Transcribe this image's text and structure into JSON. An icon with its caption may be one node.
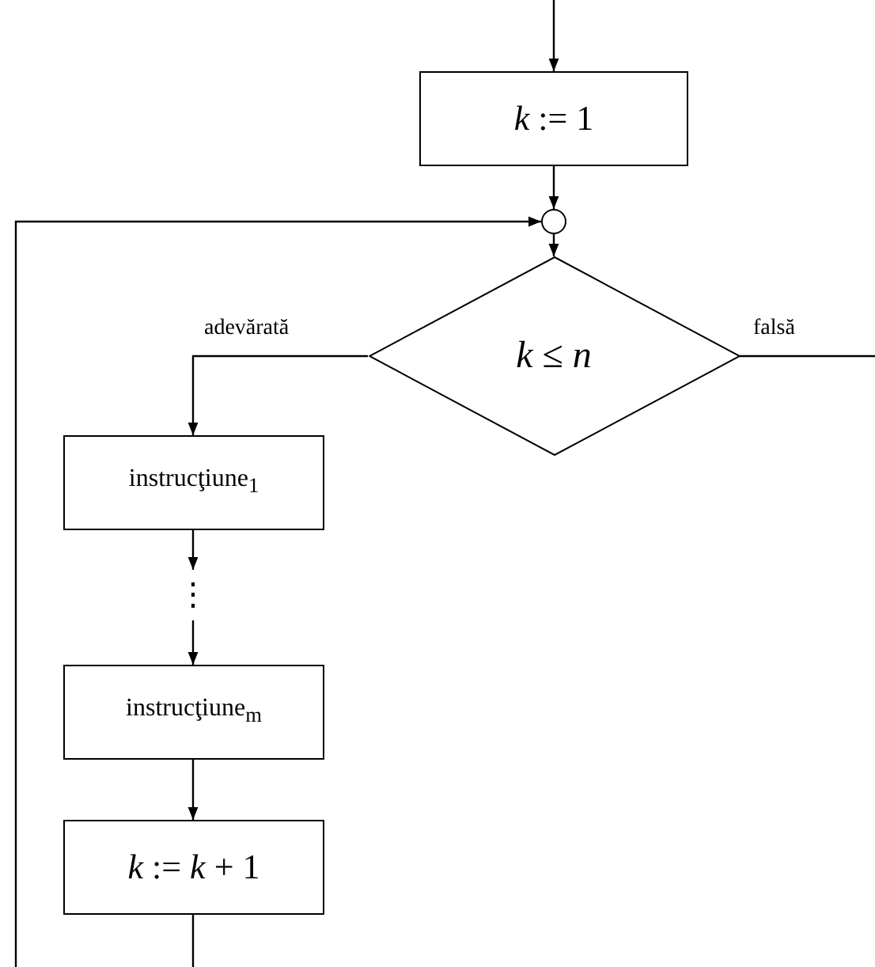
{
  "diagram": {
    "nodes": [
      {
        "text": [
          "*k* := 1"
        ]
      },
      {
        "text": [],
        "shape": "circle"
      },
      {
        "text": [
          "*k* ≤ *n*"
        ]
      },
      {
        "text": [
          "instrucţiune$_{1}$"
        ]
      },
      {
        "text": [
          "⋮"
        ]
      },
      {
        "text": [
          "instrucţiune$_{m}$"
        ]
      },
      {
        "text": [
          "*k* := *k* + 1"
        ]
      }
    ],
    "edges": [
      {
        "from": null,
        "to": 0,
        "arrow": "to"
      },
      {
        "from": 0,
        "to": 1,
        "arrow": "to"
      },
      {
        "from": 1,
        "to": 2,
        "arrow": "to"
      },
      {
        "from": 2,
        "to": 3,
        "arrow": "to",
        "label": "adevărată"
      },
      {
        "from": 2,
        "to": null,
        "arrow": "none",
        "label": "falsă"
      },
      {
        "from": 3,
        "to": 4,
        "arrow": "to"
      },
      {
        "from": 4,
        "to": 5,
        "arrow": "to"
      },
      {
        "from": 5,
        "to": 6,
        "arrow": "to"
      },
      {
        "from": 6,
        "to": null,
        "arrow": "none"
      },
      {
        "from": null,
        "to": 1,
        "arrow": "to"
      }
    ]
  }
}
